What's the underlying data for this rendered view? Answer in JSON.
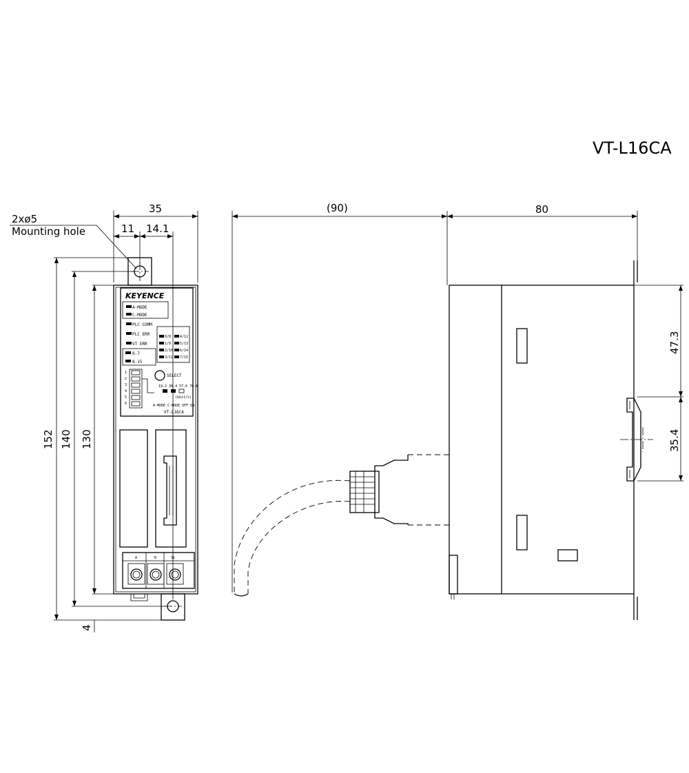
{
  "title": "VT-L16CA",
  "dims": {
    "width_total": "35",
    "w11": "11",
    "w14_1": "14.1",
    "depth_cable": "(90)",
    "depth_body": "80",
    "h152": "152",
    "h140": "140",
    "h130": "130",
    "h4": "4",
    "side_47_3": "47.3",
    "side_35_4": "35.4"
  },
  "hole_note": {
    "line1": "2xø5",
    "line2": "Mounting hole"
  },
  "panel": {
    "brand": "KEYENCE",
    "mode_a": "A-MODE",
    "mode_c": "C-MODE",
    "plc_comm": "PLC COMM",
    "plc_err": "PLC ERR",
    "vt_err": "VT ERR",
    "range_0_7": "0-7",
    "range_8_15": "8-15",
    "sel_labels": [
      "0/8",
      "4/12",
      "1/9",
      "5/13",
      "2/10",
      "6/14",
      "3/11",
      "7/15"
    ],
    "dip_numbers": [
      "1",
      "2",
      "3",
      "4",
      "5",
      "6"
    ],
    "select": "SELECT",
    "baud_row": "19.2 38.4 57.6 76.8",
    "baud_unit": "(kbit/s)",
    "mode_row": "A-MODE  C-MODE  OFF  ON",
    "model": "VT-L16CA",
    "term_a": "A",
    "term_b": "B",
    "term_sg": "SG"
  }
}
